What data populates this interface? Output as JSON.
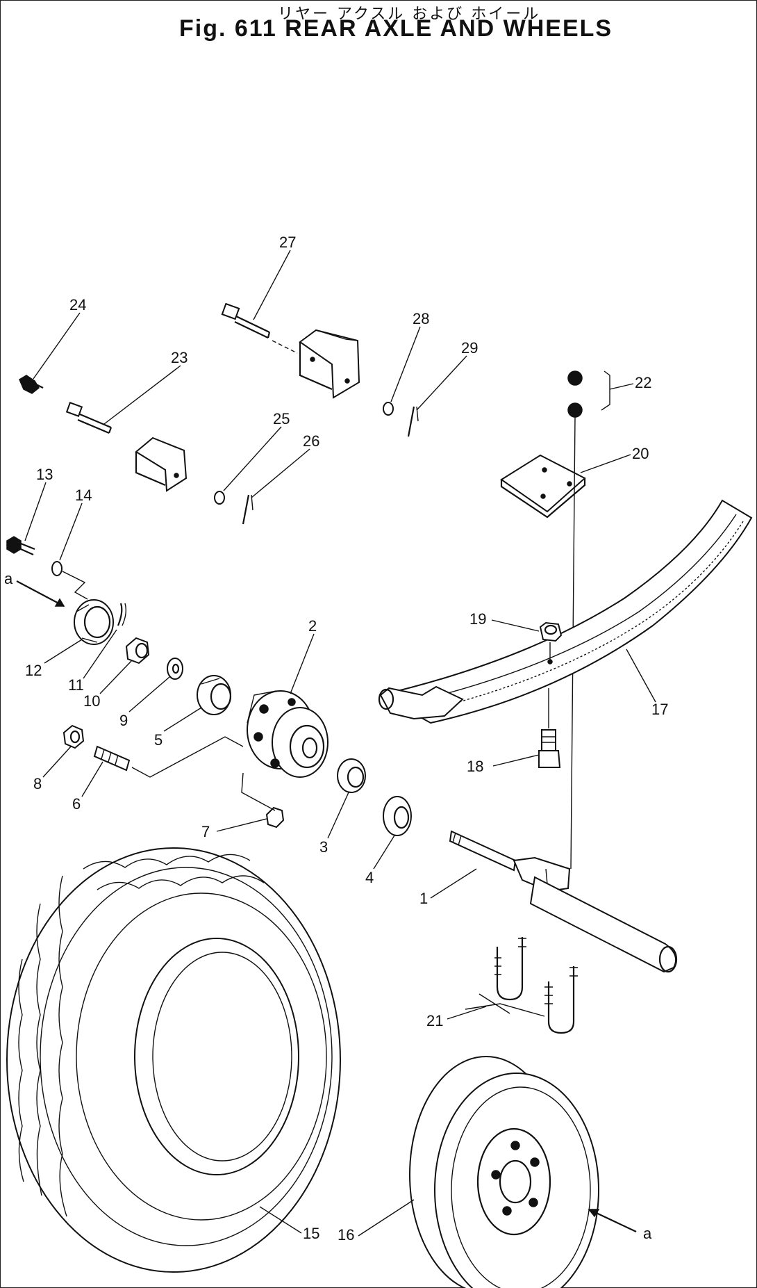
{
  "title": {
    "japanese": "リヤー アクスル および ホイール",
    "english": "Fig. 611  REAR AXLE AND WHEELS"
  },
  "labels": {
    "p1": "1",
    "p2": "2",
    "p3": "3",
    "p4": "4",
    "p5": "5",
    "p6": "6",
    "p7": "7",
    "p8": "8",
    "p9": "9",
    "p10": "10",
    "p11": "11",
    "p12": "12",
    "p13": "13",
    "p14": "14",
    "p15": "15",
    "p16": "16",
    "p17": "17",
    "p18": "18",
    "p19": "19",
    "p20": "20",
    "p21": "21",
    "p22": "22",
    "p23": "23",
    "p24": "24",
    "p25": "25",
    "p26": "26",
    "p27": "27",
    "p28": "28",
    "p29": "29",
    "ref_a_left": "a",
    "ref_a_right": "a"
  }
}
